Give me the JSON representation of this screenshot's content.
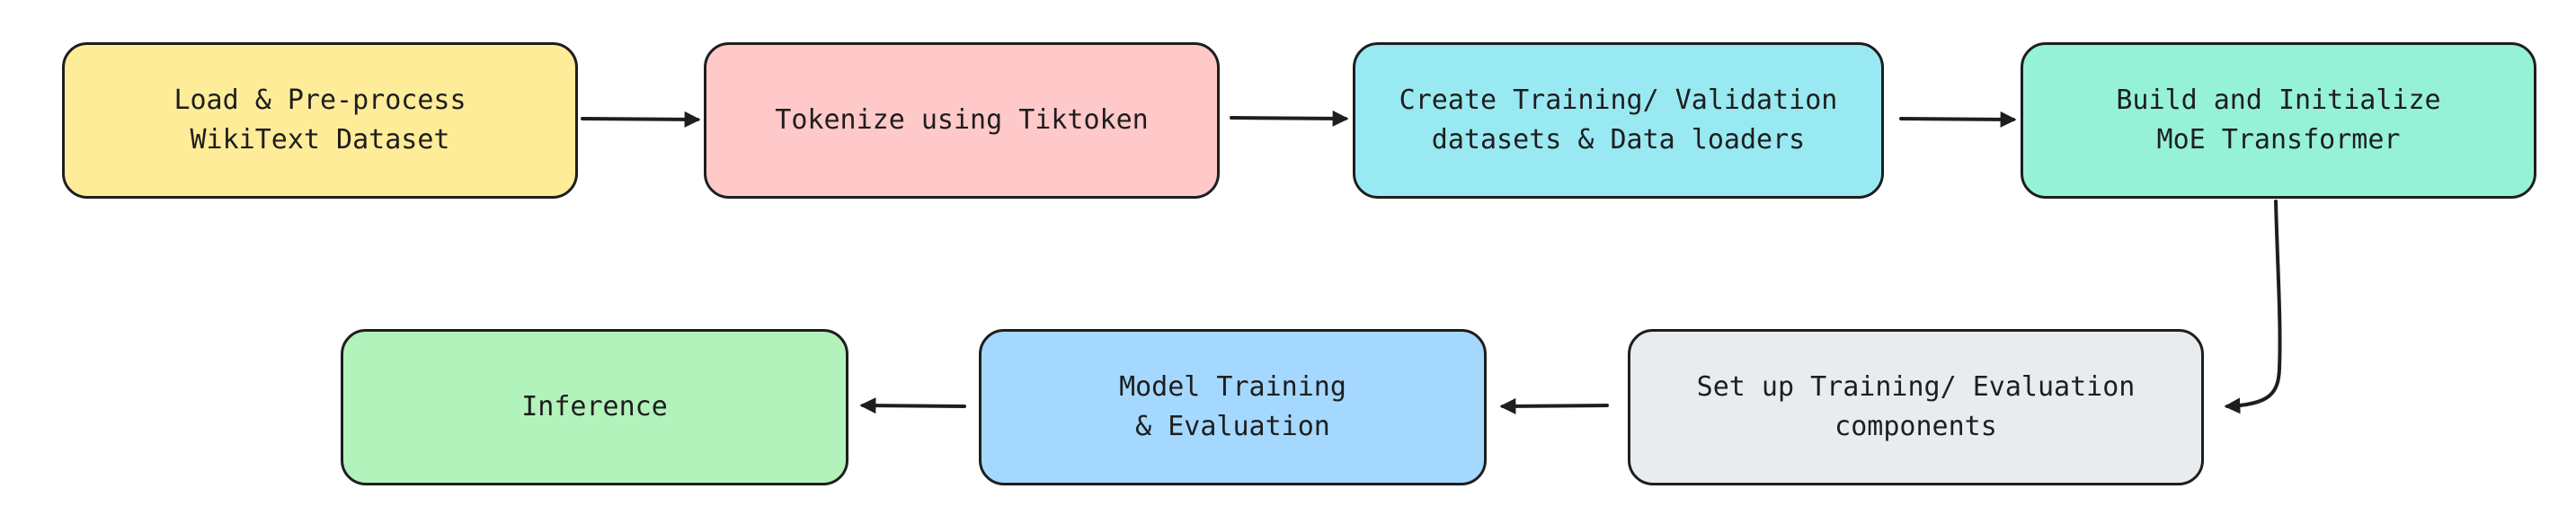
{
  "diagram": {
    "nodes": [
      {
        "id": "load",
        "label": "Load & Pre-process\nWikiText Dataset",
        "color": "#ffec99"
      },
      {
        "id": "tokenize",
        "label": "Tokenize using Tiktoken",
        "color": "#ffc9c9"
      },
      {
        "id": "datasets",
        "label": "Create Training/ Validation\ndatasets & Data loaders",
        "color": "#99e9f2"
      },
      {
        "id": "build",
        "label": "Build and Initialize\nMoE Transformer",
        "color": "#96f2d7"
      },
      {
        "id": "setup",
        "label": "Set up Training/ Evaluation\ncomponents",
        "color": "#e9ecef"
      },
      {
        "id": "train",
        "label": "Model Training\n& Evaluation",
        "color": "#a5d8ff"
      },
      {
        "id": "inference",
        "label": "Inference",
        "color": "#b2f2bb"
      }
    ],
    "edges": [
      {
        "from": "load",
        "to": "tokenize"
      },
      {
        "from": "tokenize",
        "to": "datasets"
      },
      {
        "from": "datasets",
        "to": "build"
      },
      {
        "from": "build",
        "to": "setup"
      },
      {
        "from": "setup",
        "to": "train"
      },
      {
        "from": "train",
        "to": "inference"
      }
    ],
    "stroke_color": "#1e1e1e"
  }
}
